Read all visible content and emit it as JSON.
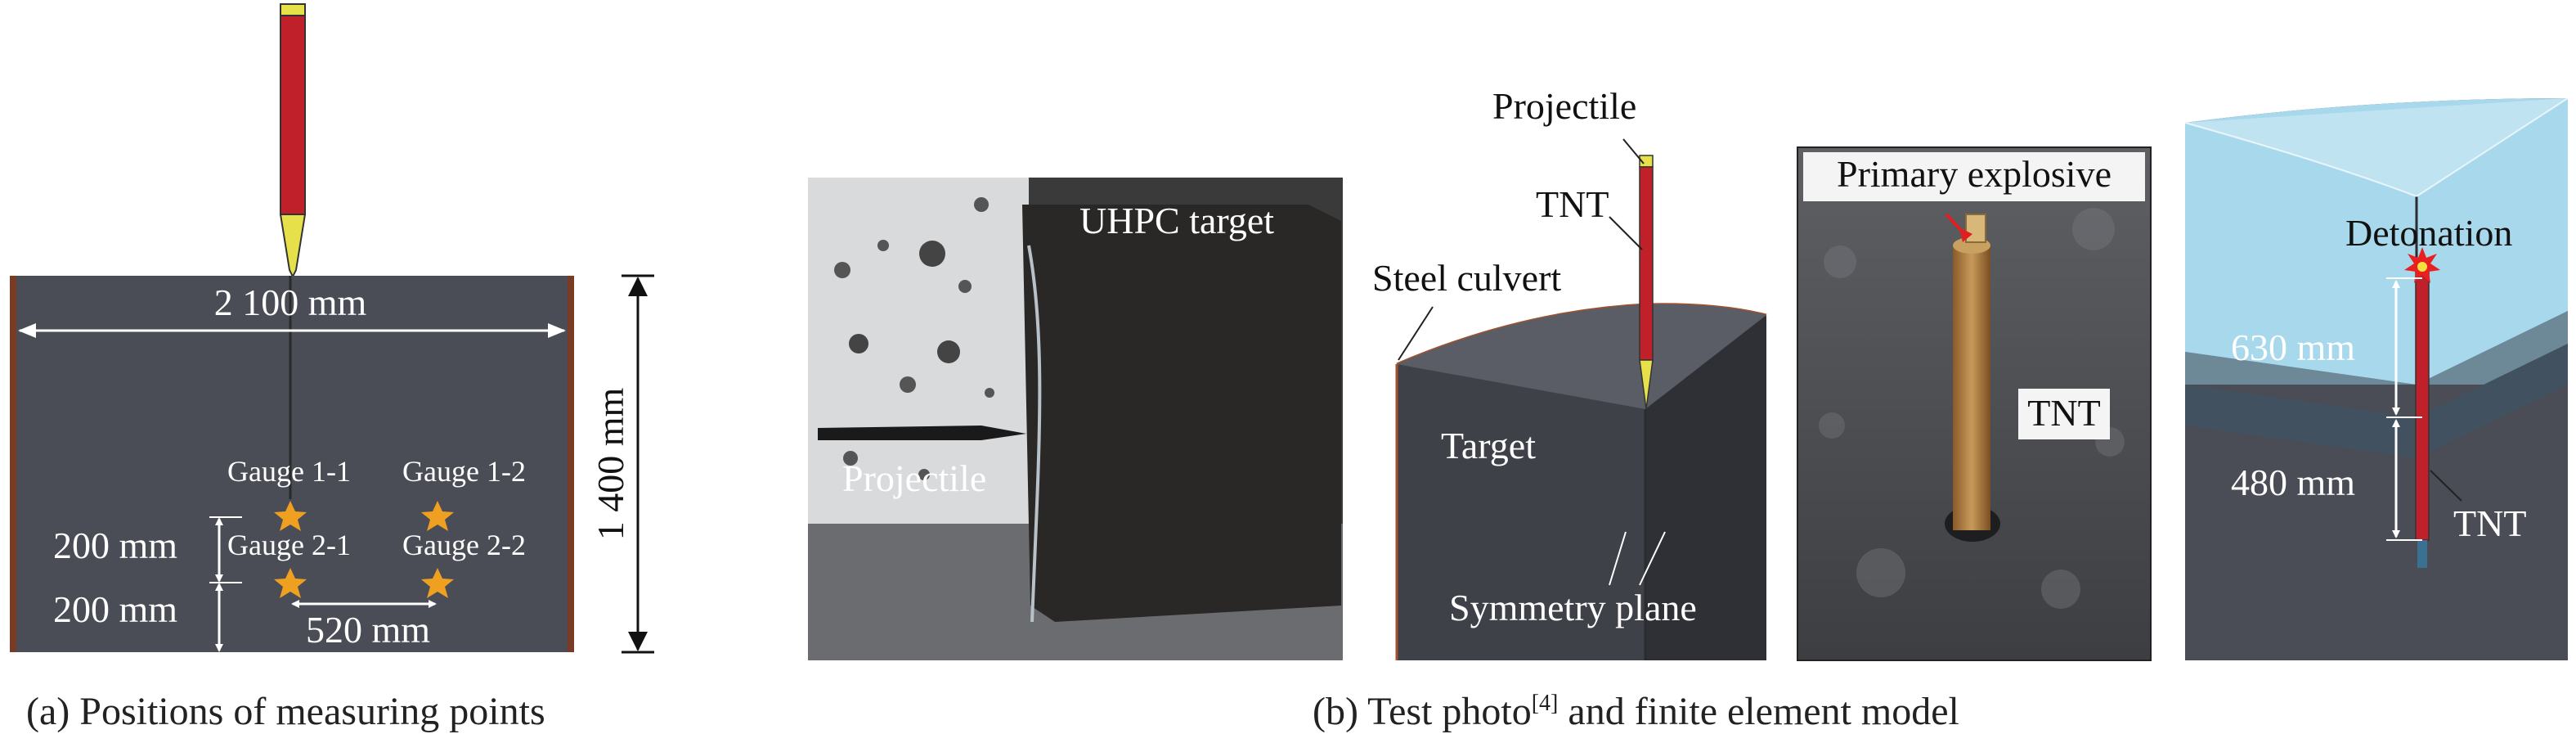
{
  "panel_a": {
    "width_dim": "2 100 mm",
    "height_dim": "1 400 mm",
    "gauges": [
      "Gauge 1-1",
      "Gauge 1-2",
      "Gauge 2-1",
      "Gauge 2-2"
    ],
    "dim_200_upper": "200 mm",
    "dim_200_lower": "200 mm",
    "dim_520": "520 mm",
    "caption": "(a) Positions of measuring points"
  },
  "panel_b": {
    "photo1_label_target": "UHPC target",
    "photo1_label_projectile": "Projectile",
    "fe_label_projectile": "Projectile",
    "fe_label_tnt": "TNT",
    "fe_label_culvert": "Steel culvert",
    "fe_label_target": "Target",
    "fe_label_symmetry": "Symmetry plane",
    "photo2_label_primary": "Primary explosive",
    "photo2_label_tnt": "TNT",
    "fe2_label_detonation": "Detonation",
    "fe2_dim_630": "630 mm",
    "fe2_dim_480": "480 mm",
    "fe2_label_tnt": "TNT",
    "caption_main": "(b) Test photo",
    "caption_ref": "[4]",
    "caption_tail": " and finite element model"
  },
  "colors": {
    "target": "#4a4d55",
    "projectile_body": "#c0202a",
    "projectile_tip": "#e6e04a",
    "gauge_star": "#f0a020",
    "sky_block": "#a8d8ec",
    "steel_edge": "#a0522d"
  }
}
